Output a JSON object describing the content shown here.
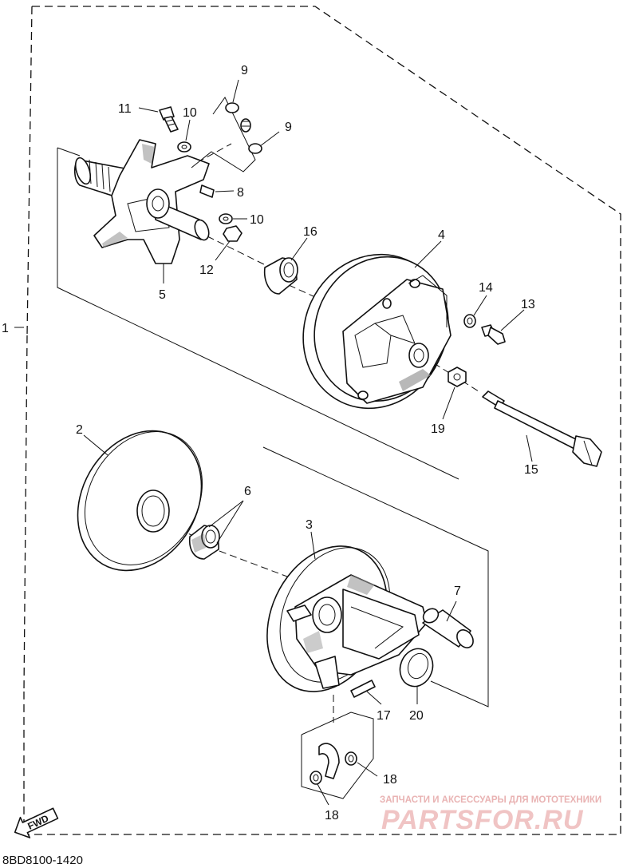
{
  "diagram": {
    "code": "8BD8100-1420",
    "fwd_label": "FWD",
    "watermark": {
      "tagline": "ЗАПЧАСТИ И АКСЕССУАРЫ ДЛЯ МОТОТЕХНИКИ",
      "logo": "PARTSFOR.RU"
    },
    "callouts": [
      {
        "id": "c1",
        "label": "1"
      },
      {
        "id": "c2",
        "label": "2"
      },
      {
        "id": "c3",
        "label": "3"
      },
      {
        "id": "c4",
        "label": "4"
      },
      {
        "id": "c5",
        "label": "5"
      },
      {
        "id": "c6",
        "label": "6"
      },
      {
        "id": "c7",
        "label": "7"
      },
      {
        "id": "c8",
        "label": "8"
      },
      {
        "id": "c9a",
        "label": "9"
      },
      {
        "id": "c9b",
        "label": "9"
      },
      {
        "id": "c10a",
        "label": "10"
      },
      {
        "id": "c10b",
        "label": "10"
      },
      {
        "id": "c11",
        "label": "11"
      },
      {
        "id": "c12",
        "label": "12"
      },
      {
        "id": "c13",
        "label": "13"
      },
      {
        "id": "c14",
        "label": "14"
      },
      {
        "id": "c15",
        "label": "15"
      },
      {
        "id": "c16",
        "label": "16"
      },
      {
        "id": "c17",
        "label": "17"
      },
      {
        "id": "c18a",
        "label": "18"
      },
      {
        "id": "c18b",
        "label": "18"
      },
      {
        "id": "c19",
        "label": "19"
      },
      {
        "id": "c20",
        "label": "20"
      }
    ]
  }
}
